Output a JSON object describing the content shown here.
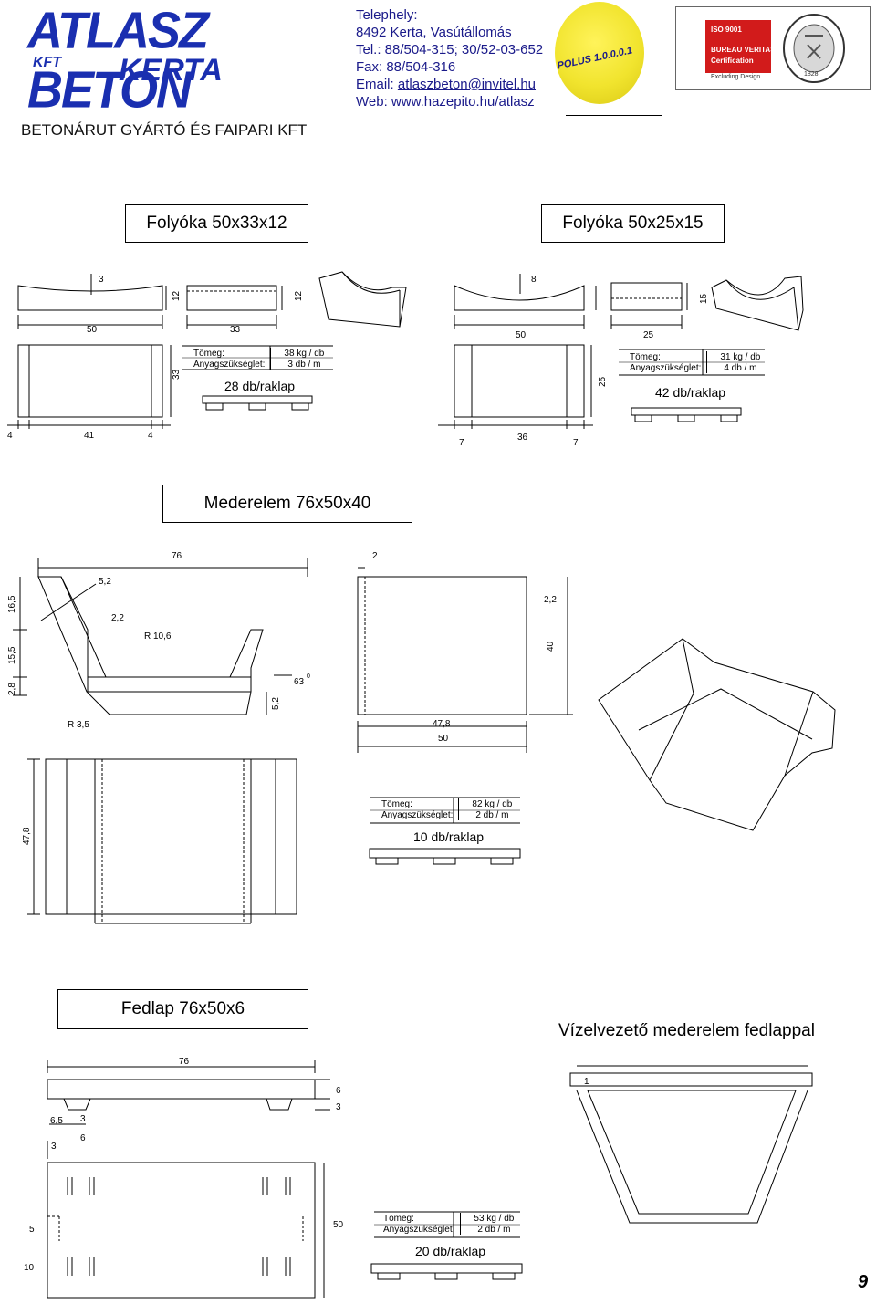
{
  "header": {
    "logo_name": "ATLASZ BETON",
    "logo_sub_left": "KFT",
    "logo_sub_right": "KERTA",
    "company": "BETONÁRUT GYÁRTÓ ÉS FAIPARI KFT",
    "contact": {
      "label": "Telephely:",
      "address": "8492 Kerta, Vasútállomás",
      "tel": "Tel.: 88/504-315; 30/52-03-652",
      "fax": "Fax: 88/504-316",
      "email_label": "Email:",
      "email": "atlaszbeton@invitel.hu",
      "web": "Web: www.hazepito.hu/atlasz"
    },
    "polus_logo": "POLUS 1.0.0.0.1",
    "cert": {
      "iso": "ISO 9001",
      "bv": "BUREAU VERITAS",
      "certification": "Certification",
      "excluding": "Excluding Design",
      "year": "1828"
    }
  },
  "products": {
    "p1": {
      "title": "Folyóka 50x33x12",
      "dims": [
        "3",
        "12",
        "12",
        "50",
        "33",
        "33",
        "4",
        "41",
        "4"
      ],
      "mass_label": "Tömeg:",
      "mass": "38 kg / db",
      "need_label": "Anyagszükséglet:",
      "need": "3 db / m",
      "pallet": "28 db/raklap"
    },
    "p2": {
      "title": "Folyóka 50x25x15",
      "dims": [
        "8",
        "15",
        "50",
        "25",
        "25",
        "7",
        "36",
        "7"
      ],
      "mass_label": "Tömeg:",
      "mass": "31 kg / db",
      "need_label": "Anyagszükséglet:",
      "need": "4 db / m",
      "pallet": "42 db/raklap"
    },
    "p3": {
      "title": "Mederelem 76x50x40",
      "dims": [
        "76",
        "5,2",
        "2,2",
        "R 10,6",
        "16,5",
        "15,5",
        "2,8",
        "63",
        "5,2",
        "R 3,5",
        "2",
        "2,2",
        "40",
        "47,8",
        "50",
        "47,8"
      ],
      "degree": "0",
      "mass_label": "Tömeg:",
      "mass": "82 kg / db",
      "need_label": "Anyagszükséglet:",
      "need": "2 db / m",
      "pallet": "10 db/raklap"
    },
    "p4": {
      "title": "Fedlap 76x50x6",
      "dims": [
        "76",
        "6",
        "3",
        "6,5",
        "3",
        "6",
        "3",
        "5",
        "50",
        "10"
      ],
      "mass_label": "Tömeg:",
      "mass": "53 kg / db",
      "need_label": "Anyagszükséglet:",
      "need": "2 db / m",
      "pallet": "20 db/raklap"
    },
    "p5": {
      "title": "Vízelvezető mederelem fedlappal",
      "dims": [
        "1"
      ]
    }
  },
  "page_number": "9"
}
